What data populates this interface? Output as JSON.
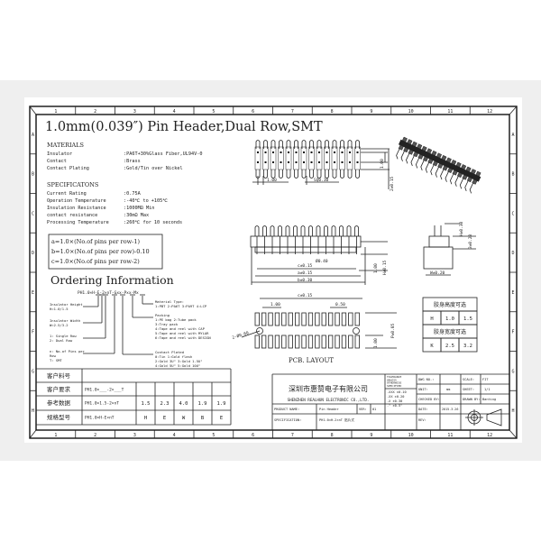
{
  "title": "1.0mm(0.039″) Pin Header,Dual Row,SMT",
  "materials": {
    "heading": "MATERIALS",
    "rows": [
      {
        "label": "Insulator",
        "value": ":PA6T+30%Glass Fiber,UL94V-0"
      },
      {
        "label": "Contact",
        "value": ":Brass"
      },
      {
        "label": "Contact Plating",
        "value": ":Gold/Tin over Nickel"
      }
    ]
  },
  "specifications": {
    "heading": "SPECIFICATONS",
    "rows": [
      {
        "label": "Current Rating",
        "value": ":0.75A"
      },
      {
        "label": "Operation Temperature",
        "value": ":-40℃ to +105℃"
      },
      {
        "label": "Insulation Resistance",
        "value": ":1000MΩ Min"
      },
      {
        "label": "contact resistance",
        "value": ":30mΩ Max"
      },
      {
        "label": "Processing Temperature",
        "value": ":260℃ for 10 seconds"
      }
    ]
  },
  "formulas": [
    "a=1.0×(No.of pins per row-1)",
    "b=1.0×(No.of pins per row)-0.10",
    "c=1.0×(No.of pins per row-2)"
  ],
  "ordering": {
    "heading": "Ordering Information",
    "code": "PH1.0×H-E-2×nT-Gxx-Pxx-Mx",
    "left_labels": [
      [
        "Insulator Height",
        "H=1.0/1.5"
      ],
      [
        "Insulator Width",
        "W=2.5/3.2"
      ],
      [
        "1: Single Row",
        "2: Dual Row"
      ],
      [
        "n: No.of Pins per",
        "Row",
        "T: SMT"
      ]
    ],
    "right_labels": [
      [
        "Material Type:",
        "1:PBT 2:PA6T 3:PA9T 4:LCP"
      ],
      [
        "Packing",
        "1:PE bag    2:Tube pack",
        "3:Tray pack",
        "4:Tape and reel with CAP",
        "5:Tape and reel with MYLAR",
        "6:Tape and reel with DESIGN"
      ],
      [
        "Contact Plated",
        "0:Tin         1:Gold flash",
        "2:Gold 3U\"    3:Gold 1.5U\"",
        "4:Gold 5U\"    5:Gold 10U\""
      ]
    ]
  },
  "customer_table": {
    "rows": [
      {
        "label": "客户料号",
        "cells": [
          ""
        ]
      },
      {
        "label": "客户要求",
        "cells": [
          "PH1.0×___-2×___T",
          "",
          "",
          "",
          "",
          ""
        ]
      },
      {
        "label": "参考数据",
        "cells": [
          "PH1.0×1.5-2×nT",
          "1.5",
          "2.3",
          "4.0",
          "1.9",
          "1.9"
        ]
      },
      {
        "label": "规格型号",
        "cells": [
          "PH1.0×H-E×nT",
          "H",
          "E",
          "W",
          "B",
          "E"
        ]
      }
    ]
  },
  "option_tables": [
    {
      "heading": "胶身高度可选",
      "key": "H",
      "values": [
        "1.0",
        "1.5"
      ]
    },
    {
      "heading": "胶身宽度可选",
      "key": "K",
      "values": [
        "2.5",
        "3.2"
      ]
    }
  ],
  "title_block": {
    "company_cn": "深圳市惠赞电子有限公司",
    "company_en": "SHENZHEN REALHUN ELECTRONIC CO.,LTD.",
    "tolerance_header": [
      "TOLERANCE",
      "UNLESS",
      "OTHERWISE",
      "SPECIFIED"
    ],
    "tolerances": [
      ".XXX  ±0.10",
      ".XX   ±0.20",
      ".X    ±0.30",
      ".°    ±0.5°"
    ],
    "product_name_label": "PRODUCT NAME:",
    "product_name": "Pin Header",
    "ver_label": "VER:",
    "ver": "01",
    "spec_label": "SPECIFICATION:",
    "spec": "PH1.0×H-2×nT 贴片式",
    "dwg_no_label": "DWG NO.:",
    "dwg_no": "",
    "scale_label": "SCALE:",
    "scale": "FIT",
    "unit_label": "UNIT:",
    "unit": "mm",
    "sheet_label": "SHEET:",
    "sheet": "1/1",
    "checked_label": "CHECKED BY:",
    "checked": "",
    "drawn_label": "DRAWN BY:",
    "drawn": "Banting",
    "date_label": "DATE:",
    "date": "2015.3.26",
    "rev_label": "REV:",
    "rev": ""
  },
  "dimensions": {
    "top_pitch": "1.00",
    "top_pin": "SQ0.30",
    "top_row": "1.00",
    "top_height": "2±0.15",
    "side_h1": "H±0.30",
    "side_h2": "3±0.20",
    "side_w": "W±0.20",
    "front_hole": "Ø0.40",
    "front_c": "c±0.15",
    "front_a": "a±0.15",
    "front_b": "b±0.30",
    "front_row": "1.00",
    "front_h": "H±0.15",
    "pcb_c": "c±0.15",
    "pcb_pitch": "1.00",
    "pcb_pad": "0.50",
    "pcb_hole": "2-Ø0.60",
    "pcb_total": "P±0.05",
    "pcb_row": "1.00",
    "pcb_label": "PCB. LAYOUT"
  },
  "ruler": {
    "columns": [
      "1",
      "2",
      "3",
      "4",
      "5",
      "6",
      "7",
      "8",
      "9",
      "10",
      "11",
      "12"
    ],
    "rows": [
      "A",
      "B",
      "C",
      "D",
      "E",
      "F",
      "G",
      "H"
    ]
  },
  "colors": {
    "background": "#efefef",
    "paper": "#ffffff",
    "ink": "#222222"
  }
}
